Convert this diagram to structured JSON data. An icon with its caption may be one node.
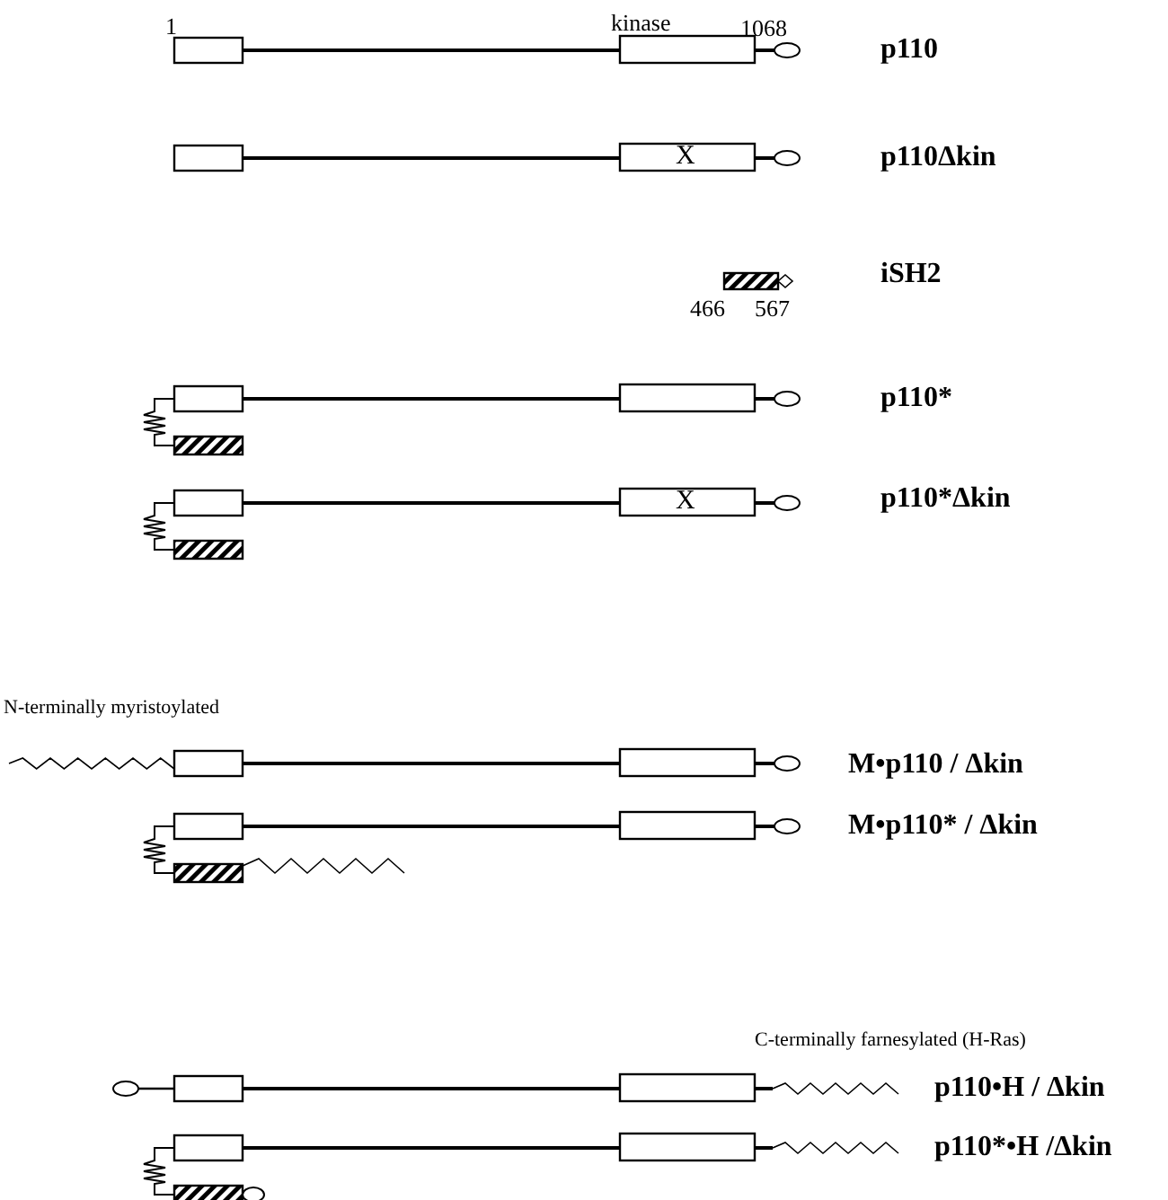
{
  "diagram": {
    "labels": [
      "kinase",
      "1068",
      "1",
      "p110",
      "X",
      "p110Δkin",
      "iSH2",
      "466",
      "567",
      "p110*",
      "X",
      "p110*Δkin",
      "N-terminally myristoylated",
      "M•p110 / Δkin",
      "M•p110* / Δkin",
      "C-terminally farnesylated (H-Ras)",
      "p110•H / Δkin",
      "p110*•H /Δkin"
    ]
  }
}
